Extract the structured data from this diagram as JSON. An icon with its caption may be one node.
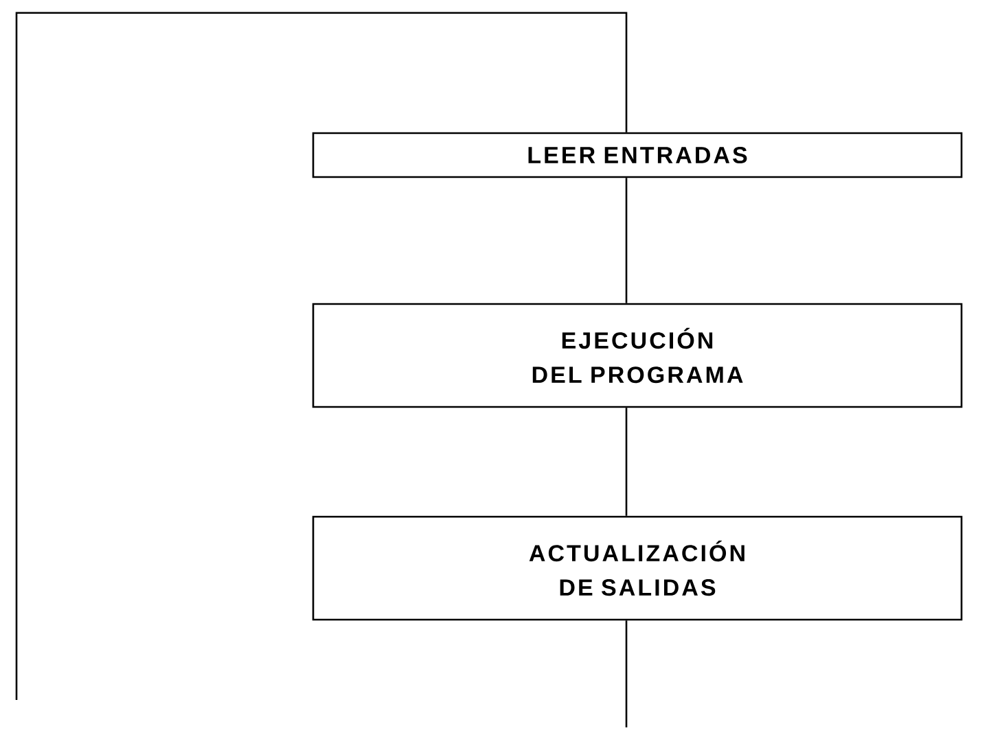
{
  "diagram": {
    "nodes": [
      {
        "text": [
          "LEER ENTRADAS"
        ]
      },
      {
        "text": [
          "EJECUCIÓN DEL PROGRAMA"
        ]
      },
      {
        "text": [
          "ACTUALIZACIÓN DE SALIDAS"
        ]
      }
    ],
    "edges": [
      {
        "from": null,
        "to": 0,
        "arrow": "none"
      },
      {
        "from": 0,
        "to": 1,
        "arrow": "none"
      },
      {
        "from": 1,
        "to": 2,
        "arrow": "none"
      },
      {
        "from": 2,
        "to": null,
        "arrow": "none"
      }
    ]
  }
}
